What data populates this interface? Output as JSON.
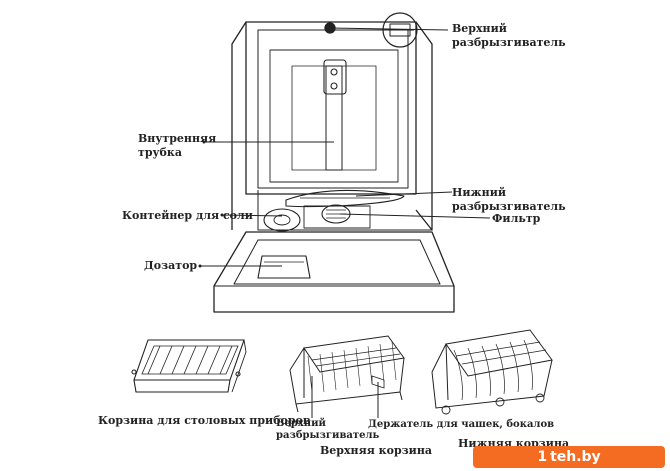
{
  "labels": {
    "upper_sprayer": [
      "Верхний",
      "разбрызгиватель"
    ],
    "inner_tube": [
      "Внутренняя",
      "трубка"
    ],
    "lower_sprayer": [
      "Нижний",
      "разбрызгиватель"
    ],
    "filter": "Фильтр",
    "salt_container": "Контейнер для соли",
    "dispenser": "Дозатор",
    "cutlery_basket": "Корзина для столовых приборов",
    "upper_sprayer_basket": [
      "Верхний",
      "разбрызгиватель"
    ],
    "cup_holder": "Держатель для чашек, бокалов",
    "upper_basket": "Верхняя корзина",
    "lower_basket": "Нижняя корзина"
  },
  "watermark": {
    "digit": "1",
    "text": "teh.by"
  },
  "colors": {
    "line": "#222222",
    "watermark_bg": "#f36c21"
  }
}
